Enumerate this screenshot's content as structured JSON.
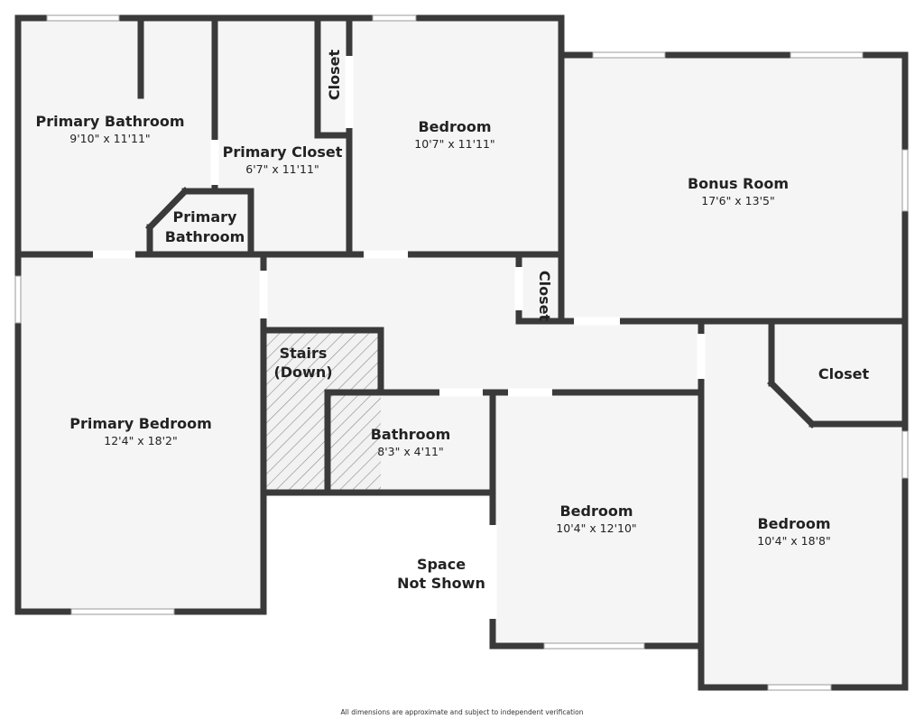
{
  "rooms": {
    "primary_bathroom": {
      "name": "Primary Bathroom",
      "dims": "9'10\" x 11'11\""
    },
    "primary_closet": {
      "name": "Primary Closet",
      "dims": "6'7\" x 11'11\""
    },
    "closet_top": {
      "name": "Closet"
    },
    "bedroom_top": {
      "name": "Bedroom",
      "dims": "10'7\" x 11'11\""
    },
    "bonus_room": {
      "name": "Bonus Room",
      "dims": "17'6\" x 13'5\""
    },
    "primary_bathroom_small": {
      "name_line1": "Primary",
      "name_line2": "Bathroom"
    },
    "closet_hall": {
      "name": "Closet"
    },
    "primary_bedroom": {
      "name": "Primary Bedroom",
      "dims": "12'4\" x 18'2\""
    },
    "stairs": {
      "name_line1": "Stairs",
      "name_line2": "(Down)"
    },
    "bathroom": {
      "name": "Bathroom",
      "dims": "8'3\" x 4'11\""
    },
    "closet_right": {
      "name": "Closet"
    },
    "bedroom_middle": {
      "name": "Bedroom",
      "dims": "10'4\" x 12'10\""
    },
    "bedroom_right": {
      "name": "Bedroom",
      "dims": "10'4\" x 18'8\""
    },
    "space_not_shown": {
      "name_line1": "Space",
      "name_line2": "Not Shown"
    }
  },
  "footer": {
    "disclaimer": "All dimensions are approximate and subject to independent verification"
  },
  "colors": {
    "wall": "#3a3a3a",
    "floor": "#f5f5f5",
    "background": "#ffffff"
  }
}
